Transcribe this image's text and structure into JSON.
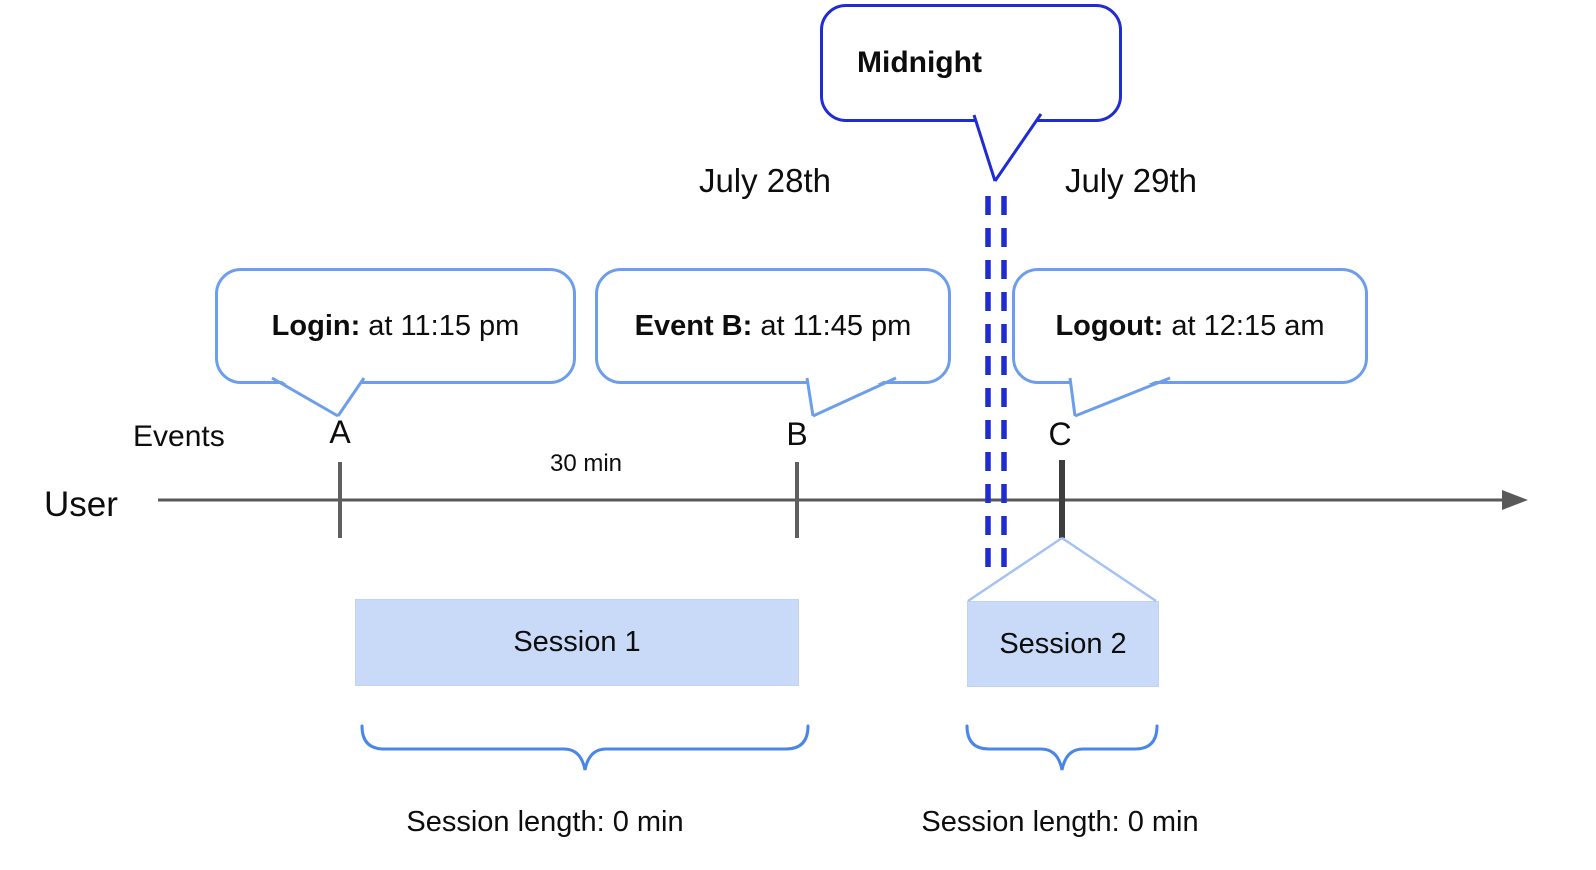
{
  "colors": {
    "strong_blue": "#1f2bd4",
    "bubble_border": "#6d9eeb",
    "brace_blue": "#4a86e8",
    "triangle_blue": "#a4c2f4",
    "session_fill": "#c9daf8",
    "axis_gray": "#595959",
    "text_black": "#0d0d0d"
  },
  "callouts": {
    "midnight": {
      "label": "Midnight"
    },
    "login": {
      "bold": "Login:",
      "rest": " at 11:15 pm"
    },
    "event_b": {
      "bold": "Event B:",
      "rest": " at 11:45 pm"
    },
    "logout": {
      "bold": "Logout:",
      "rest": " at 12:15 am"
    }
  },
  "dates": {
    "left": "July 28th",
    "right": "July 29th"
  },
  "timeline": {
    "events_label": "Events",
    "row_label": "User",
    "event_a": "A",
    "event_b": "B",
    "event_c": "C",
    "interval_label": "30 min"
  },
  "sessions": [
    {
      "label": "Session 1",
      "length_label": "Session length: 0 min"
    },
    {
      "label": "Session 2",
      "length_label": "Session length: 0 min"
    }
  ]
}
